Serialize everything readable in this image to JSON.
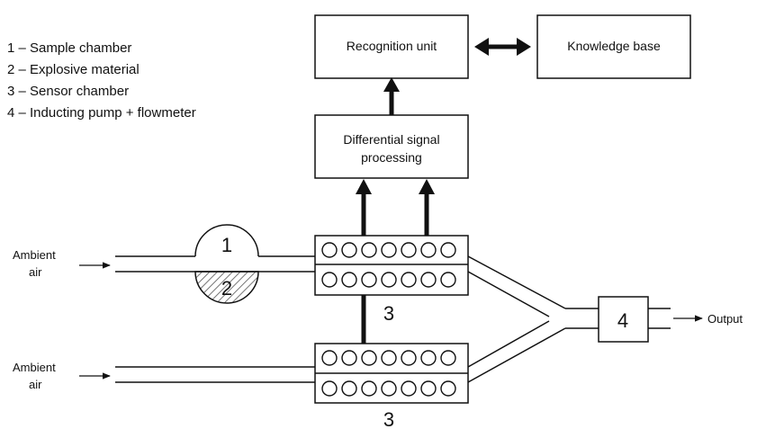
{
  "legend": [
    "1 – Sample chamber",
    "2 – Explosive material",
    "3 – Sensor chamber",
    "4 – Inducting pump + flowmeter"
  ],
  "boxes": {
    "recognition_unit": "Recognition unit",
    "knowledge_base": "Knowledge base",
    "differential_line1": "Differential signal",
    "differential_line2": "processing"
  },
  "inputs": {
    "top_line1": "Ambient",
    "top_line2": "air",
    "bottom_line1": "Ambient",
    "bottom_line2": "air"
  },
  "numbers": {
    "sample_chamber": "1",
    "explosive_material": "2",
    "sensor_chamber_top": "3",
    "sensor_chamber_bottom": "3",
    "pump": "4"
  },
  "output": "Output",
  "colors": {
    "line": "#111111",
    "background": "#ffffff",
    "hatch": "#555555"
  }
}
